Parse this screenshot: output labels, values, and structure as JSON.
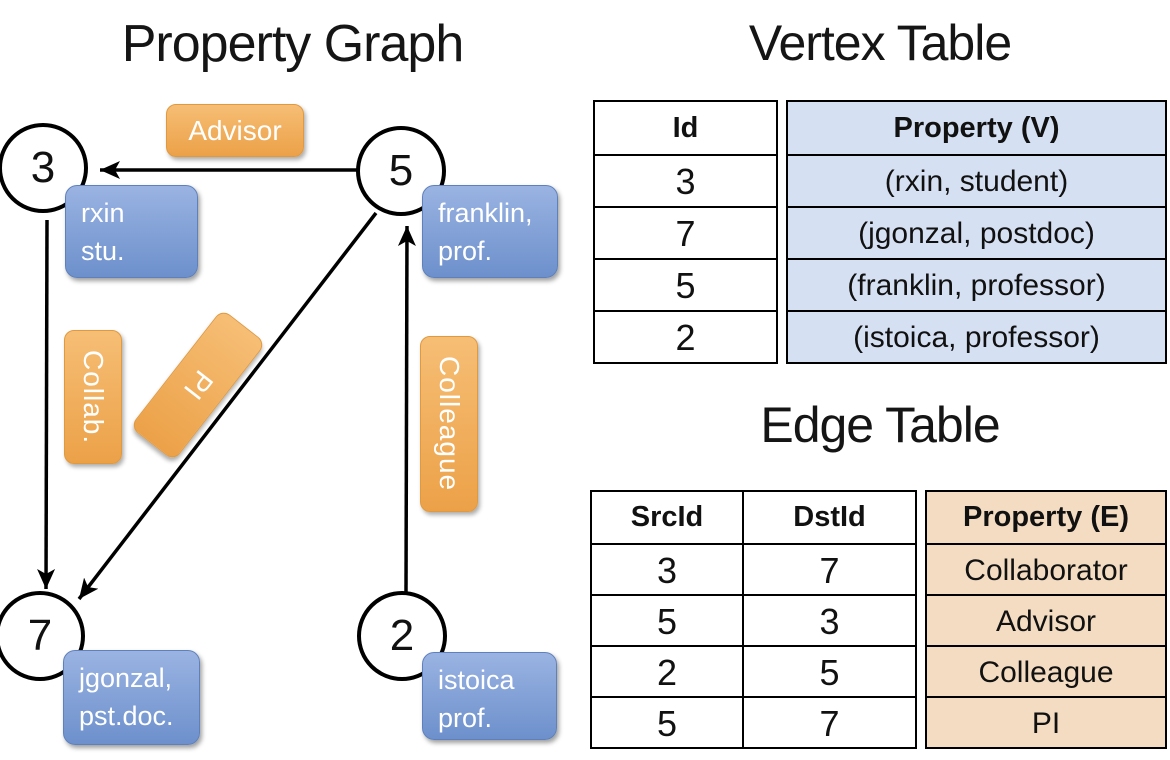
{
  "graph": {
    "title": "Property Graph",
    "nodes": [
      {
        "id": "3",
        "label": [
          "rxin",
          "stu."
        ]
      },
      {
        "id": "5",
        "label": [
          "franklin,",
          "prof."
        ]
      },
      {
        "id": "7",
        "label": [
          "jgonzal,",
          "pst.doc."
        ]
      },
      {
        "id": "2",
        "label": [
          "istoica",
          "prof."
        ]
      }
    ],
    "edges": [
      {
        "src": "5",
        "dst": "3",
        "label": "Advisor"
      },
      {
        "src": "3",
        "dst": "7",
        "label": "Collab."
      },
      {
        "src": "5",
        "dst": "7",
        "label": "PI"
      },
      {
        "src": "2",
        "dst": "5",
        "label": "Colleague"
      }
    ]
  },
  "vertex_table": {
    "title": "Vertex Table",
    "headers": {
      "id": "Id",
      "property": "Property (V)"
    },
    "rows": [
      {
        "id": "3",
        "property": "(rxin, student)"
      },
      {
        "id": "7",
        "property": "(jgonzal, postdoc)"
      },
      {
        "id": "5",
        "property": "(franklin, professor)"
      },
      {
        "id": "2",
        "property": "(istoica, professor)"
      }
    ]
  },
  "edge_table": {
    "title": "Edge Table",
    "headers": {
      "src": "SrcId",
      "dst": "DstId",
      "property": "Property (E)"
    },
    "rows": [
      {
        "src": "3",
        "dst": "7",
        "property": "Collaborator"
      },
      {
        "src": "5",
        "dst": "3",
        "property": "Advisor"
      },
      {
        "src": "2",
        "dst": "5",
        "property": "Colleague"
      },
      {
        "src": "5",
        "dst": "7",
        "property": "PI"
      }
    ]
  },
  "colors": {
    "edge_label_fill": "#EFA94F",
    "node_property_fill": "#7E9CD4",
    "vertex_cell_bg": "#D5E0F2",
    "edge_cell_bg": "#F3DCC1",
    "line": "#000000"
  }
}
